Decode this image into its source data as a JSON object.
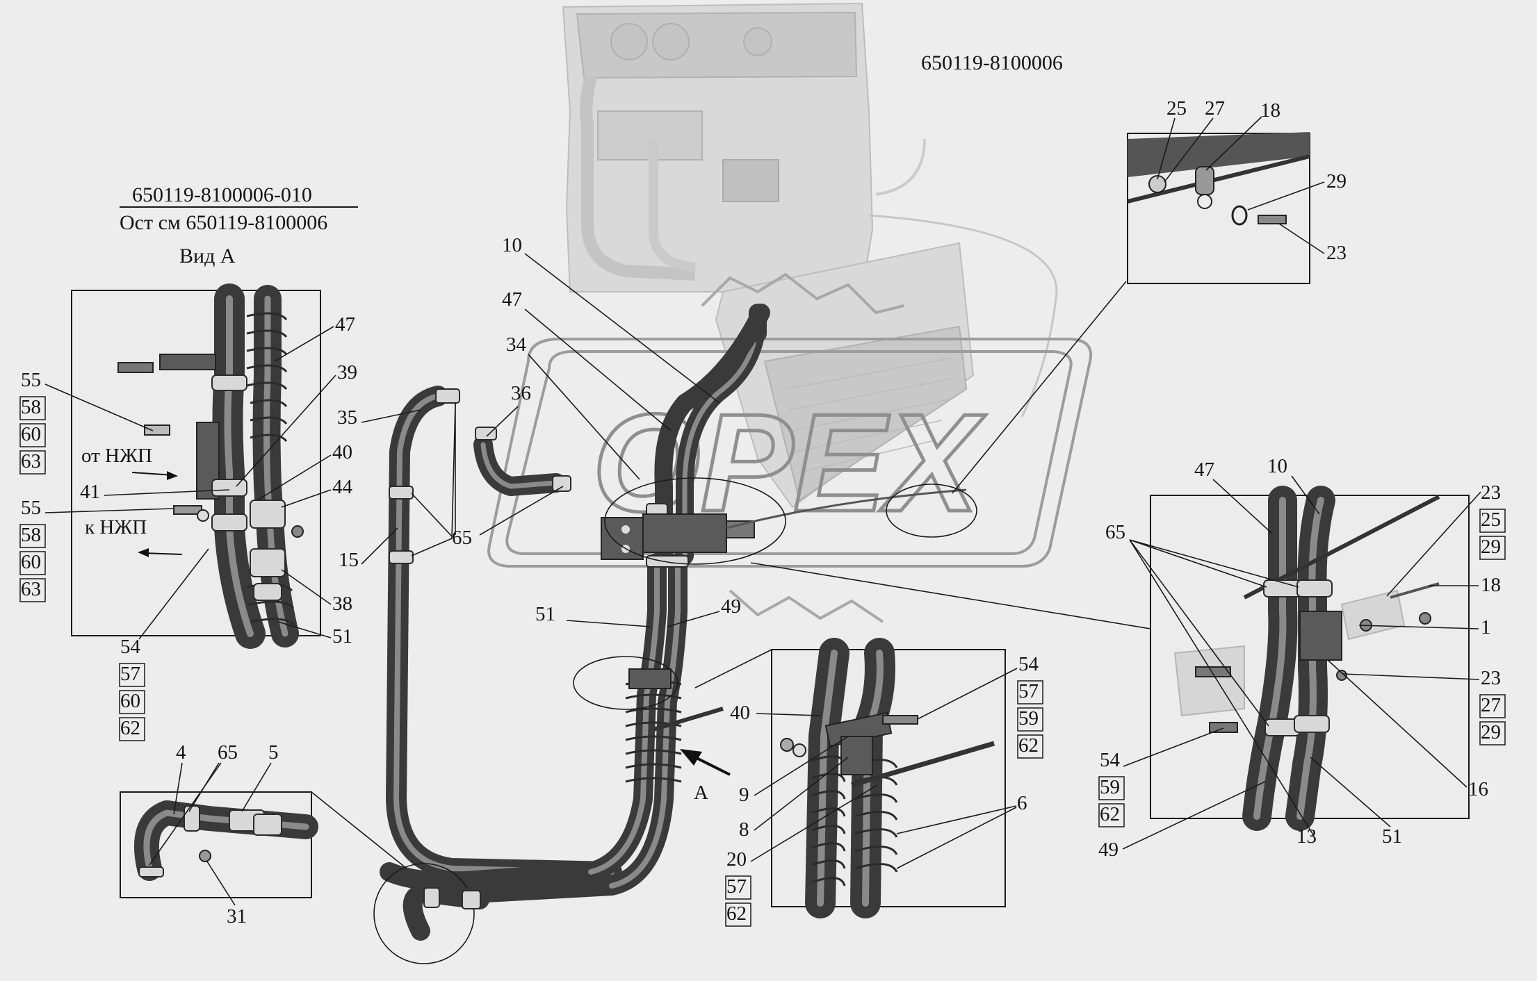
{
  "drawing": {
    "assembly_number": "650119-8100006",
    "variant_number": "650119-8100006-010",
    "variant_note": "Ост см 650119-8100006",
    "view_label": "Вид А",
    "view_arrow_letter": "А",
    "label_from_pump": "от НЖП",
    "label_to_pump": "к НЖП"
  },
  "callouts": {
    "c10": "10",
    "c47": "47",
    "c34": "34",
    "c36": "36",
    "c35": "35",
    "c15": "15",
    "c65": "65",
    "c51": "51",
    "c49": "49",
    "view_a": {
      "c47": "47",
      "c39": "39",
      "c40": "40",
      "c44": "44",
      "c41": "41",
      "c38": "38",
      "c51": "51",
      "stack_bolt_top": [
        "55",
        "58",
        "60",
        "63"
      ],
      "stack_bolt_mid": [
        "55",
        "58",
        "60",
        "63"
      ],
      "stack_bolt_low": [
        "54",
        "57",
        "60",
        "62"
      ]
    },
    "detail_top": {
      "c25": "25",
      "c27": "27",
      "c18": "18",
      "c29": "29",
      "c23": "23"
    },
    "detail_right": {
      "c47": "47",
      "c10": "10",
      "c65": "65",
      "c18": "18",
      "c1": "1",
      "c16": "16",
      "c13": "13",
      "c51": "51",
      "c49": "49",
      "stack_top": [
        "23",
        "25",
        "29"
      ],
      "stack_mid": [
        "23",
        "27",
        "29"
      ],
      "stack_bottom": [
        "54",
        "59",
        "62"
      ]
    },
    "detail_clamp": {
      "c40": "40",
      "c9": "9",
      "c8": "8",
      "c6": "6",
      "stack_top": [
        "54",
        "57",
        "59",
        "62"
      ],
      "stack_bottom": [
        "20",
        "57",
        "62"
      ]
    },
    "detail_bottom": {
      "c4": "4",
      "c65": "65",
      "c5": "5",
      "c31": "31"
    }
  },
  "watermark_text": "OPEX"
}
